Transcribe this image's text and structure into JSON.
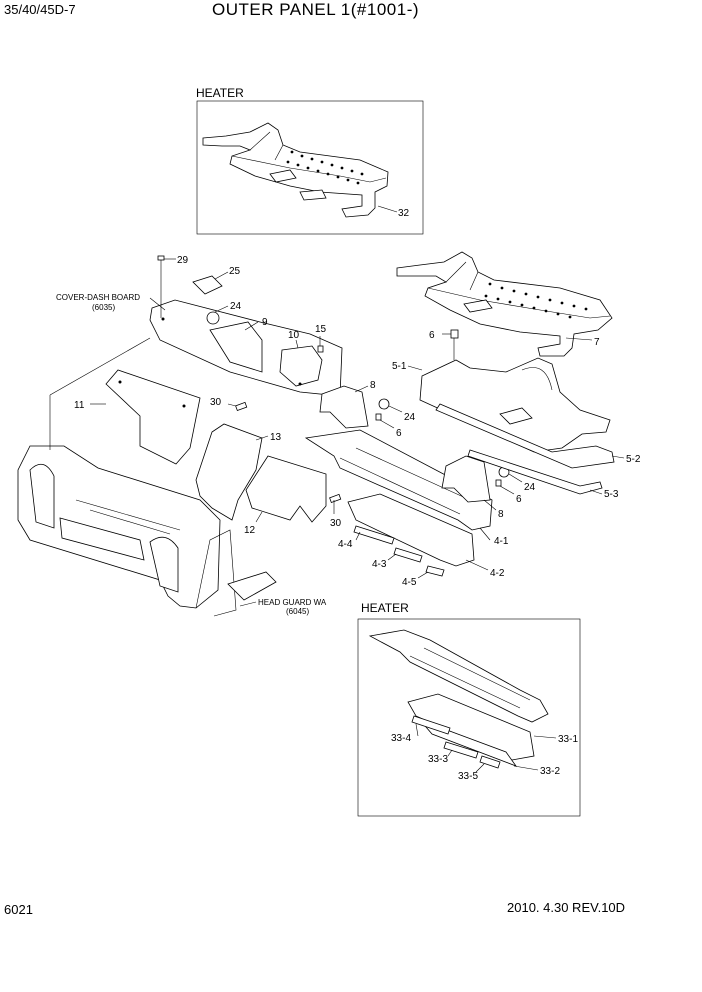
{
  "header": {
    "model": "35/40/45D-7",
    "title": "OUTER PANEL 1(#1001-)"
  },
  "footer": {
    "page_number": "6021",
    "date_rev": "2010. 4.30  REV.10D"
  },
  "boxes": {
    "heater_top": "HEATER",
    "heater_bottom": "HEATER"
  },
  "notes": {
    "cover_dash_1": "COVER-DASH BOARD",
    "cover_dash_2": "(6035)",
    "head_guard_1": "HEAD GUARD WA",
    "head_guard_2": "(6045)"
  },
  "callouts": {
    "c32": "32",
    "c29": "29",
    "c25": "25",
    "c24a": "24",
    "c9": "9",
    "c10": "10",
    "c15": "15",
    "c7": "7",
    "c6a": "6",
    "c5_1": "5-1",
    "c8a": "8",
    "c24b": "24",
    "c6b": "6",
    "c30a": "30",
    "c11": "11",
    "c13": "13",
    "c12": "12",
    "c30b": "30",
    "c4_4": "4-4",
    "c4_3": "4-3",
    "c4_5": "4-5",
    "c4_1": "4-1",
    "c4_2": "4-2",
    "c8b": "8",
    "c24c": "24",
    "c6c": "6",
    "c5_2": "5-2",
    "c5_3": "5-3",
    "c33_4": "33-4",
    "c33_1": "33-1",
    "c33_3": "33-3",
    "c33_5": "33-5",
    "c33_2": "33-2"
  }
}
